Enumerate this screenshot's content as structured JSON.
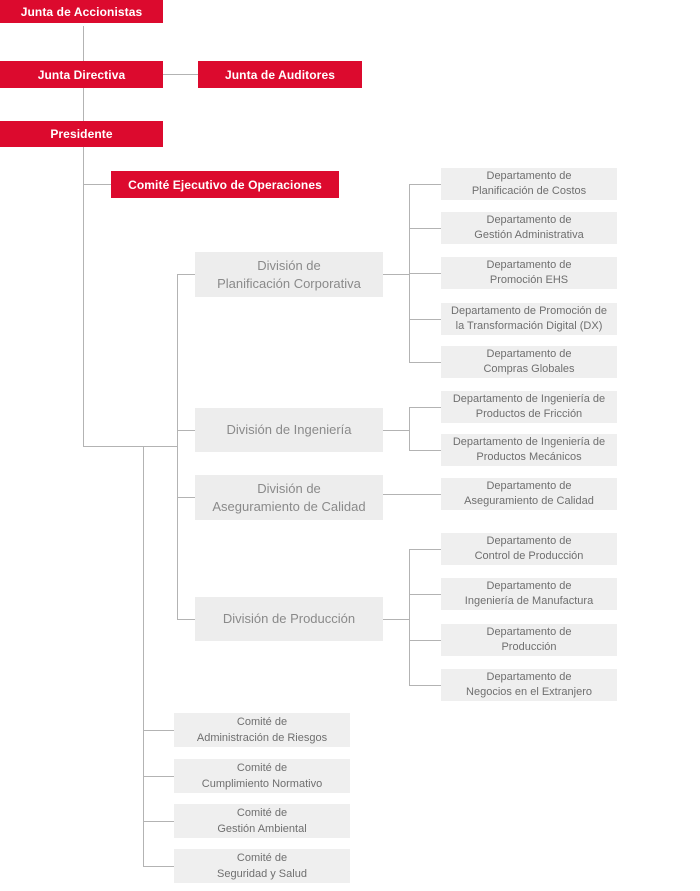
{
  "colors": {
    "red": "#dc0a2e",
    "redtext": "#ffffff",
    "divbg": "#ededed",
    "divtext": "#8a8a8a",
    "deptbg": "#efefef",
    "depttext": "#6f6f6f",
    "line": "#b3b3b3",
    "pagebg": "#ffffff"
  },
  "red_nodes": {
    "accionistas": "Junta de Accionistas",
    "directiva": "Junta Directiva",
    "auditores": "Junta de Auditores",
    "presidente": "Presidente",
    "comite_ejecutivo": "Comité Ejecutivo de Operaciones"
  },
  "divisions": [
    {
      "label": "División de\nPlanificación Corporativa",
      "departments": [
        "Departamento de\nPlanificación de Costos",
        "Departamento de\nGestión Administrativa",
        "Departamento de\nPromoción EHS",
        "Departamento de Promoción de\nla Transformación Digital (DX)",
        "Departamento de\nCompras Globales"
      ]
    },
    {
      "label": "División de Ingeniería",
      "departments": [
        "Departamento de Ingeniería de\nProductos de Fricción",
        "Departamento de Ingeniería de\nProductos Mecánicos"
      ]
    },
    {
      "label": "División de\nAseguramiento de Calidad",
      "departments": [
        "Departamento de\nAseguramiento de Calidad"
      ]
    },
    {
      "label": "División de Producción",
      "departments": [
        "Departamento de\nControl de Producción",
        "Departamento de\nIngeniería de Manufactura",
        "Departamento de\nProducción",
        "Departamento de\nNegocios en el Extranjero"
      ]
    }
  ],
  "committees": [
    "Comité de\nAdministración de Riesgos",
    "Comité de\nCumplimiento Normativo",
    "Comité de\nGestión Ambiental",
    "Comité de\nSeguridad y Salud"
  ]
}
